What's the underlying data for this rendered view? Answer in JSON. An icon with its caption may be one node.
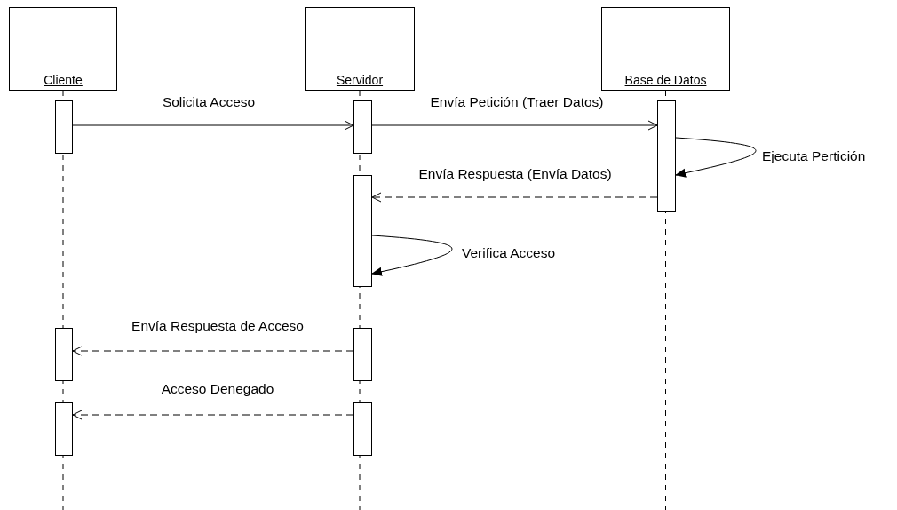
{
  "diagram": {
    "nodes": [
      {
        "text": [
          "Cliente"
        ]
      },
      {
        "text": [
          "Servidor"
        ]
      },
      {
        "text": [
          "Base de Datos"
        ]
      },
      {
        "text": [],
        "shape": "bar"
      },
      {
        "text": [],
        "shape": "bar"
      },
      {
        "text": [],
        "shape": "bar"
      },
      {
        "text": [],
        "shape": "bar"
      },
      {
        "text": [],
        "shape": "bar"
      },
      {
        "text": [],
        "shape": "bar"
      },
      {
        "text": [],
        "shape": "bar"
      },
      {
        "text": [],
        "shape": "bar"
      }
    ],
    "edges": [
      {
        "from": 3,
        "to": 4,
        "arrow": "to",
        "label": "Solicita Acceso"
      },
      {
        "from": 4,
        "to": 5,
        "arrow": "to",
        "label": "Envía Petición (Traer Datos)"
      },
      {
        "from": 5,
        "to": 5,
        "arrow": "to",
        "label": "Ejecuta Pertición"
      },
      {
        "from": 5,
        "to": 6,
        "arrow": "to",
        "label": "Envía Respuesta (Envía Datos)",
        "style": "dashed"
      },
      {
        "from": 6,
        "to": 6,
        "arrow": "to",
        "label": "Verifica Acceso"
      },
      {
        "from": 8,
        "to": 7,
        "arrow": "to",
        "label": "Envía Respuesta de Acceso",
        "style": "dashed"
      },
      {
        "from": 10,
        "to": 9,
        "arrow": "to",
        "label": "Acceso Denegado",
        "style": "dashed"
      }
    ]
  }
}
